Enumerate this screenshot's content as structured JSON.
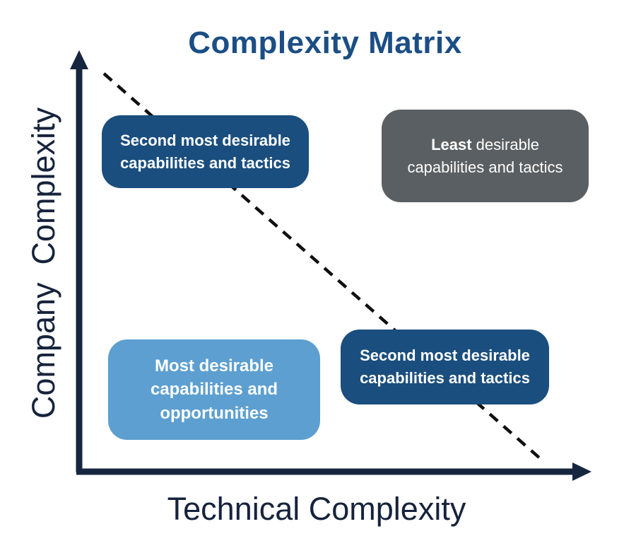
{
  "title": "Complexity Matrix",
  "axes": {
    "x_label": "Technical Complexity",
    "y_label": "Company  Complexity"
  },
  "quadrants": {
    "top_left": {
      "position": "high-company / low-technical",
      "color": "#1A4E7E",
      "lines": [
        "Second most desirable",
        "capabilities and tactics"
      ]
    },
    "top_right": {
      "position": "high-company / high-technical",
      "color": "#5A5F63",
      "line1_bold": "Least",
      "line1_rest": " desirable",
      "line2": "capabilities and tactics"
    },
    "bottom_left": {
      "position": "low-company / low-technical",
      "color": "#5C9FD0",
      "lines": [
        "Most desirable",
        "capabilities and",
        "opportunities"
      ]
    },
    "mid_right": {
      "position": "mid-company / high-technical",
      "color": "#1A4E7E",
      "lines": [
        "Second most desirable",
        "capabilities and tactics"
      ]
    }
  },
  "style_tokens": {
    "title_color": "#1B4E84",
    "axis_color": "#16263F",
    "axis_label_color": "#16233C",
    "navy_box_color": "#1A4E7E",
    "gray_box_color": "#5A5F63",
    "light_blue_box_color": "#5C9FD0",
    "diagonal_line_color": "#101010",
    "box_text_color": "#FFFFFF",
    "background_color": "#FFFFFF"
  }
}
